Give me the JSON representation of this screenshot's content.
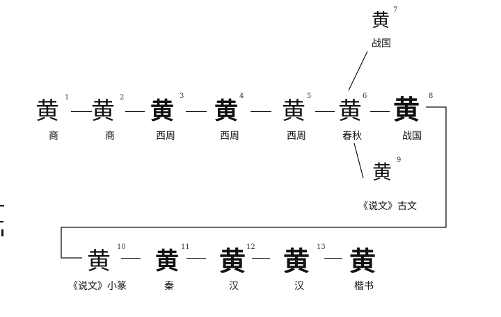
{
  "row1": [
    {
      "num": "1",
      "glyph": "黄",
      "label": "商"
    },
    {
      "num": "2",
      "glyph": "黄",
      "label": "商"
    },
    {
      "num": "3",
      "glyph": "黄",
      "label": "西周"
    },
    {
      "num": "4",
      "glyph": "黄",
      "label": "西周"
    },
    {
      "num": "5",
      "glyph": "黄",
      "label": "西周"
    },
    {
      "num": "6",
      "glyph": "黄",
      "label": "春秋"
    },
    {
      "num": "8",
      "glyph": "黄",
      "label": "战国"
    }
  ],
  "branch_top": {
    "num": "7",
    "glyph": "黄",
    "label": "战国"
  },
  "branch_bottom": {
    "num": "9",
    "glyph": "黄",
    "label": "《说文》古文"
  },
  "row2": [
    {
      "num": "10",
      "glyph": "黄",
      "label": "《说文》小篆"
    },
    {
      "num": "11",
      "glyph": "黄",
      "label": "秦"
    },
    {
      "num": "12",
      "glyph": "黄",
      "label": "汉"
    },
    {
      "num": "13",
      "glyph": "黄",
      "label": "汉"
    },
    {
      "num": "",
      "glyph": "黄",
      "label": "楷书"
    }
  ]
}
